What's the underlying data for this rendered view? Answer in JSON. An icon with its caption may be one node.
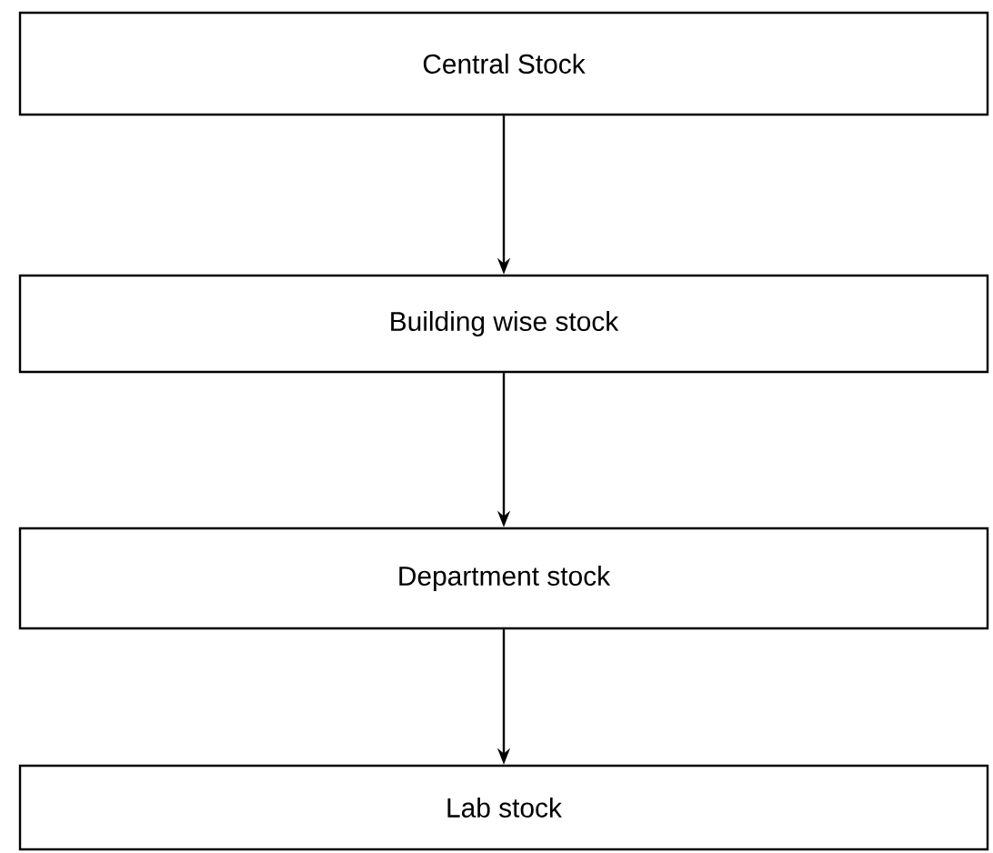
{
  "diagram": {
    "nodes": [
      {
        "text": [
          "Central Stock"
        ]
      },
      {
        "text": [
          "Building wise stock"
        ]
      },
      {
        "text": [
          "Department stock"
        ]
      },
      {
        "text": [
          "Lab stock"
        ]
      }
    ],
    "edges": [
      {
        "from": 0,
        "to": 1,
        "arrow": "to"
      },
      {
        "from": 1,
        "to": 2,
        "arrow": "to"
      },
      {
        "from": 2,
        "to": 3,
        "arrow": "to"
      }
    ]
  }
}
